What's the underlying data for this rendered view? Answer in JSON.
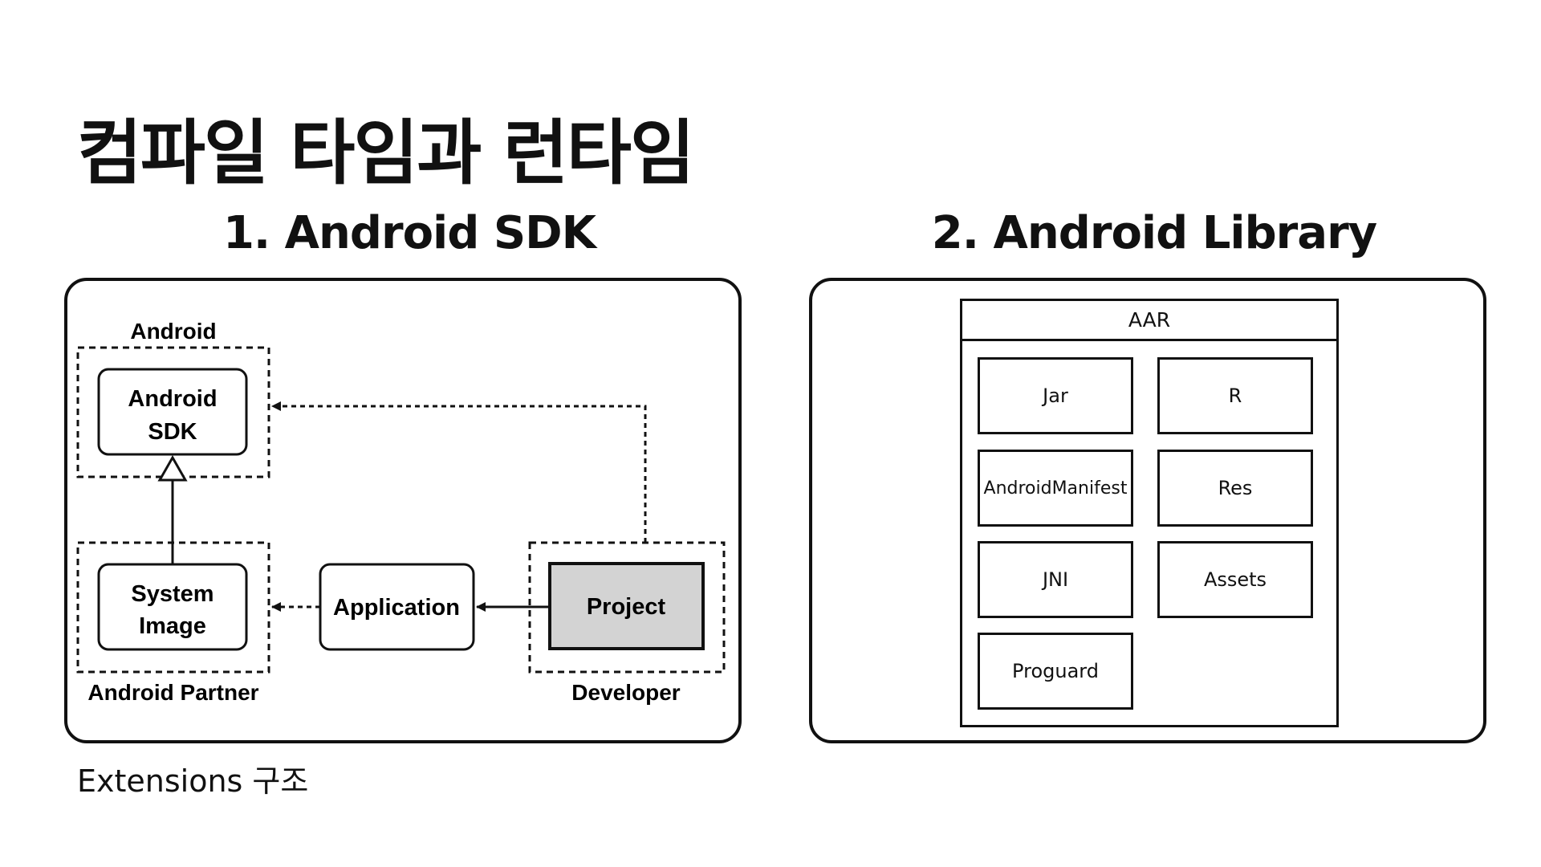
{
  "page_title": "컴파일 타임과 런타임",
  "caption": "Extensions 구조",
  "section1": {
    "title": "1. Android SDK",
    "groups": {
      "android": "Android",
      "partner": "Android Partner",
      "developer": "Developer"
    },
    "nodes": {
      "sdk": [
        "Android",
        "SDK"
      ],
      "system_image": [
        "System",
        "Image"
      ],
      "application": "Application",
      "project": "Project"
    },
    "colors": {
      "project_fill": "#d3d3d3",
      "stroke": "#111111"
    }
  },
  "section2": {
    "title": "2. Android Library",
    "container": "AAR",
    "items": {
      "jar": "Jar",
      "r": "R",
      "manifest": "AndroidManifest",
      "res": "Res",
      "jni": "JNI",
      "assets": "Assets",
      "proguard": "Proguard"
    }
  }
}
